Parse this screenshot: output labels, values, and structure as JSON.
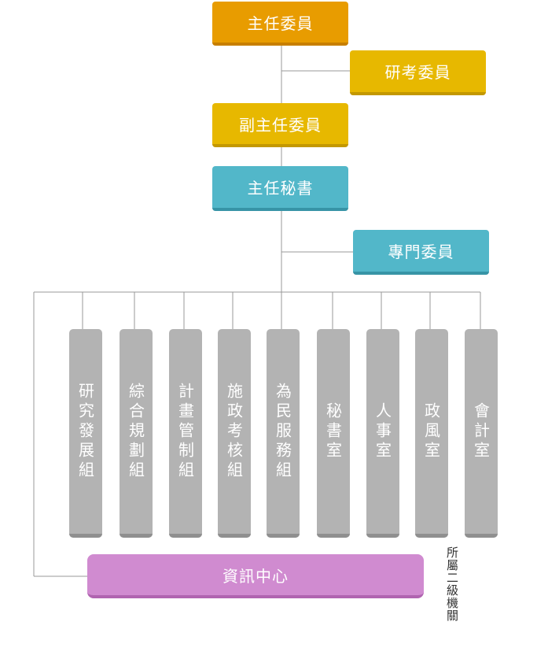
{
  "top": {
    "director": "主任委員",
    "research_commissioner": "研考委員",
    "deputy_director": "副主任委員",
    "chief_secretary": "主任秘書",
    "special_commissioner": "專門委員"
  },
  "departments": [
    {
      "name": "研究發展組"
    },
    {
      "name": "綜合規劃組"
    },
    {
      "name": "計畫管制組"
    },
    {
      "name": "施政考核組"
    },
    {
      "name": "為民服務組"
    },
    {
      "name": "秘書室"
    },
    {
      "name": "人事室"
    },
    {
      "name": "政風室"
    },
    {
      "name": "會計室"
    }
  ],
  "affiliated": {
    "info_center": "資訊中心",
    "note": "所屬二級機關"
  },
  "colors": {
    "director": "#e89c00",
    "deputy": "#e7b800",
    "secretary": "#52b7c9",
    "department": "#b3b3b3",
    "info_center": "#d08bd0",
    "line": "#999999"
  }
}
